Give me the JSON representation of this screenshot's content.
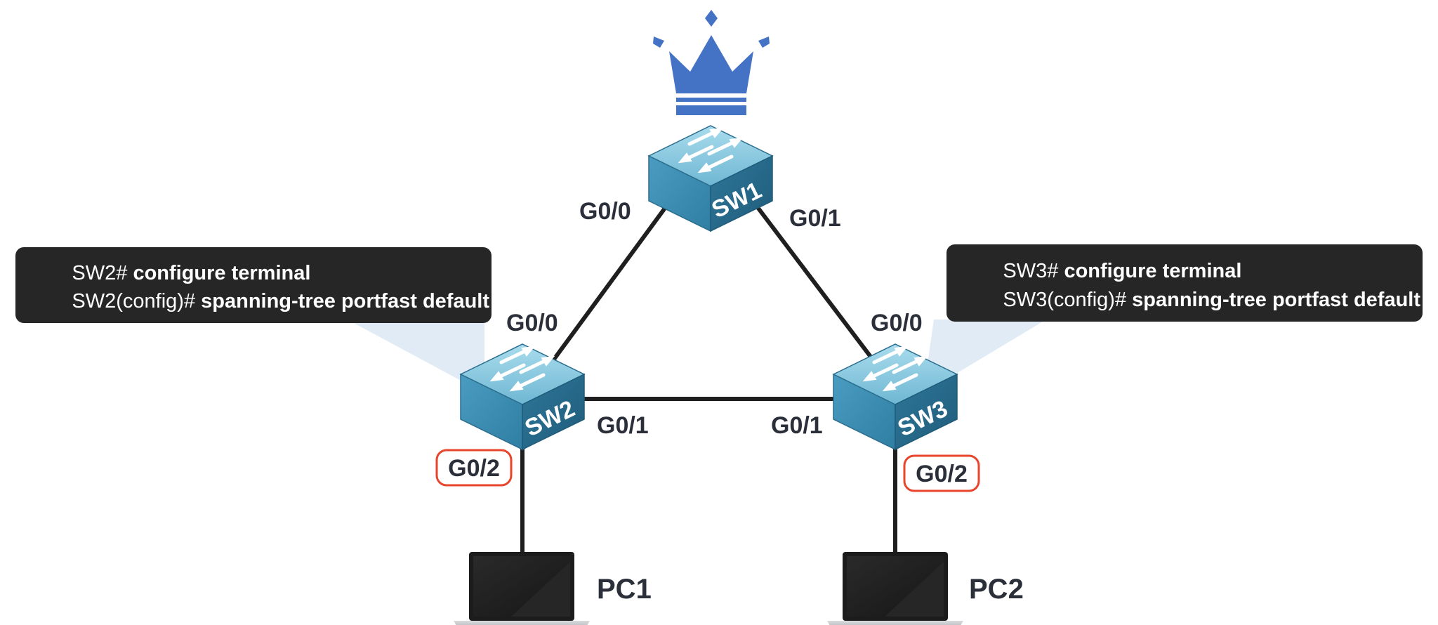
{
  "colors": {
    "crown": "#4472c4",
    "switch_top": "#8ecde3",
    "switch_left": "#3f8cb0",
    "switch_right": "#2b6d8e",
    "link": "#1f1f1f",
    "callout_bg": "#262626",
    "callout_beam": "#dbe8f5",
    "highlight_border": "#e8452c",
    "laptop_body": "#1c1c1c"
  },
  "icons": [
    "crown-icon",
    "switch-icon",
    "laptop-icon"
  ],
  "nodes": {
    "sw1": {
      "label": "SW1",
      "role": "root bridge"
    },
    "sw2": {
      "label": "SW2"
    },
    "sw3": {
      "label": "SW3"
    },
    "pc1": {
      "label": "PC1"
    },
    "pc2": {
      "label": "PC2"
    }
  },
  "links": [
    {
      "from": "SW1",
      "from_port": "G0/0",
      "to": "SW2",
      "to_port": "G0/0"
    },
    {
      "from": "SW1",
      "from_port": "G0/1",
      "to": "SW3",
      "to_port": "G0/0"
    },
    {
      "from": "SW2",
      "from_port": "G0/1",
      "to": "SW3",
      "to_port": "G0/1"
    },
    {
      "from": "SW2",
      "from_port": "G0/2",
      "to": "PC1",
      "highlighted": true
    },
    {
      "from": "SW3",
      "from_port": "G0/2",
      "to": "PC2",
      "highlighted": true
    }
  ],
  "ports": {
    "sw1_g00": "G0/0",
    "sw1_g01": "G0/1",
    "sw2_g00": "G0/0",
    "sw2_g01": "G0/1",
    "sw2_g02": "G0/2",
    "sw3_g00": "G0/0",
    "sw3_g01": "G0/1",
    "sw3_g02": "G0/2"
  },
  "callouts": {
    "sw2": {
      "line1_prompt": "SW2# ",
      "line1_cmd": "configure terminal",
      "line2_prompt": "SW2(config)# ",
      "line2_cmd": "spanning-tree portfast default"
    },
    "sw3": {
      "line1_prompt": "SW3# ",
      "line1_cmd": "configure terminal",
      "line2_prompt": "SW3(config)# ",
      "line2_cmd": "spanning-tree portfast default"
    }
  }
}
